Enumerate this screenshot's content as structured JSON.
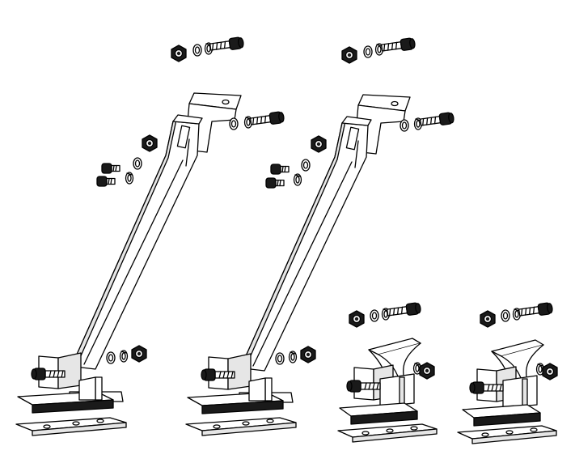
{
  "figure": {
    "kind": "exploded-line-drawing",
    "colors": {
      "stroke": "#000000",
      "fill": "#ffffff",
      "shade": "#e6e6e6",
      "dark": "#1a1a1a"
    },
    "assemblies": [
      {
        "kind": "tilt-leg-with-bracket"
      },
      {
        "kind": "tilt-leg-with-bracket"
      },
      {
        "kind": "short-foot-with-hinge"
      },
      {
        "kind": "short-foot-with-hinge"
      }
    ]
  }
}
